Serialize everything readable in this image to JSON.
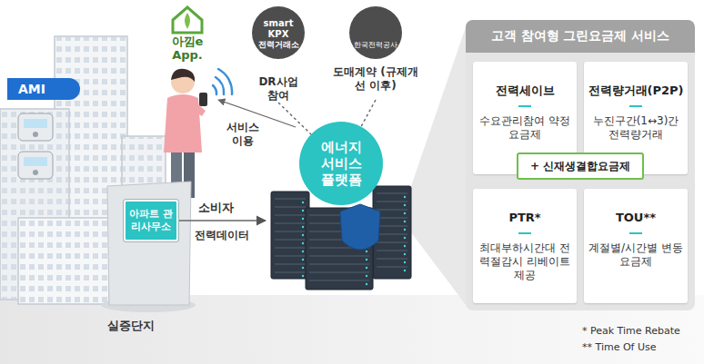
{
  "diagram": {
    "nodes": [
      {
        "text": [
          "AMI"
        ]
      },
      {
        "text": [
          "아파트 관리사무소"
        ]
      },
      {
        "text": [
          "smart KPX",
          "전력거래소",
          "DR사업 참여"
        ]
      },
      {
        "text": [
          "한국전력공사",
          "도매계약 (규제개선 이후)"
        ]
      },
      {
        "text": [
          "에너지 서비스 플랫폼"
        ]
      },
      {
        "text": [
          "고객 참여형 그린요금제 서비스"
        ]
      },
      {
        "text": [
          "전력세이브",
          "수요관리참여 약정요금제"
        ],
        "in": 5
      },
      {
        "text": [
          "전력량거래(P2P)",
          "누진구간(1↔3)간 전력량거래"
        ],
        "in": 5
      },
      {
        "text": [
          "+ 신재생결합요금제"
        ],
        "in": 5
      },
      {
        "text": [
          "PTR*",
          "최대부하시간대 전력절감시 리베이트 제공"
        ],
        "in": 5
      },
      {
        "text": [
          "TOU**",
          "계절별/시간별 변동 요금제"
        ],
        "in": 5
      }
    ],
    "edges": [
      {
        "from": 1,
        "to": 4,
        "label": "전력데이터",
        "arrow": "to"
      },
      {
        "from": 2,
        "to": 4,
        "arrow": "none"
      },
      {
        "from": 3,
        "to": 4,
        "arrow": "none"
      }
    ],
    "labels": [
      "아낌e App.",
      "서비스 이용",
      "소비자",
      "실증단지",
      "* Peak Time Rebate",
      "** Time Of Use"
    ]
  }
}
